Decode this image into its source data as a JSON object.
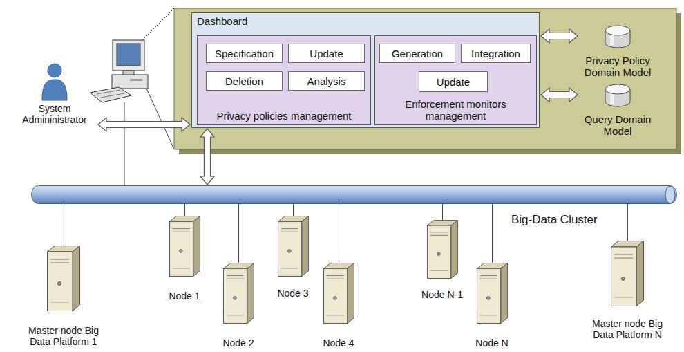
{
  "diagram": {
    "nodes": [
      {
        "text": [
          "System Admininistrator"
        ]
      },
      {
        "text": [
          "Dashboard"
        ]
      },
      {
        "text": [
          "Privacy policies management"
        ],
        "in": 1
      },
      {
        "text": [
          "Specification"
        ],
        "in": 2
      },
      {
        "text": [
          "Update"
        ],
        "in": 2
      },
      {
        "text": [
          "Deletion"
        ],
        "in": 2
      },
      {
        "text": [
          "Analysis"
        ],
        "in": 2
      },
      {
        "text": [
          "Enforcement monitors management"
        ],
        "in": 1
      },
      {
        "text": [
          "Generation"
        ],
        "in": 7
      },
      {
        "text": [
          "Integration"
        ],
        "in": 7
      },
      {
        "text": [
          "Update"
        ],
        "in": 7
      },
      {
        "text": [
          "Privacy Policy Domain Model"
        ]
      },
      {
        "text": [
          "Query Domain Model"
        ]
      },
      {
        "text": [
          "Big-Data Cluster"
        ]
      },
      {
        "text": [
          "Master node Big Data Platform 1"
        ]
      },
      {
        "text": [
          "Node 1"
        ]
      },
      {
        "text": [
          "Node 2"
        ]
      },
      {
        "text": [
          "Node 3"
        ]
      },
      {
        "text": [
          "Node 4"
        ]
      },
      {
        "text": [
          "Node N-1"
        ]
      },
      {
        "text": [
          "Node N"
        ]
      },
      {
        "text": [
          "Master node Big Data Platform N"
        ]
      }
    ],
    "edges": [
      {
        "from": 0,
        "to": 1,
        "arrow": "both"
      },
      {
        "from": 1,
        "to": 11,
        "arrow": "both"
      },
      {
        "from": 1,
        "to": 12,
        "arrow": "both"
      },
      {
        "from": 1,
        "to": 13,
        "arrow": "both"
      },
      {
        "from": 13,
        "to": 14,
        "arrow": "none"
      },
      {
        "from": 13,
        "to": 15,
        "arrow": "none"
      },
      {
        "from": 13,
        "to": 16,
        "arrow": "none"
      },
      {
        "from": 13,
        "to": 17,
        "arrow": "none"
      },
      {
        "from": 13,
        "to": 18,
        "arrow": "none"
      },
      {
        "from": 13,
        "to": 19,
        "arrow": "none"
      },
      {
        "from": 13,
        "to": 20,
        "arrow": "none"
      },
      {
        "from": 13,
        "to": 21,
        "arrow": "none"
      }
    ]
  }
}
